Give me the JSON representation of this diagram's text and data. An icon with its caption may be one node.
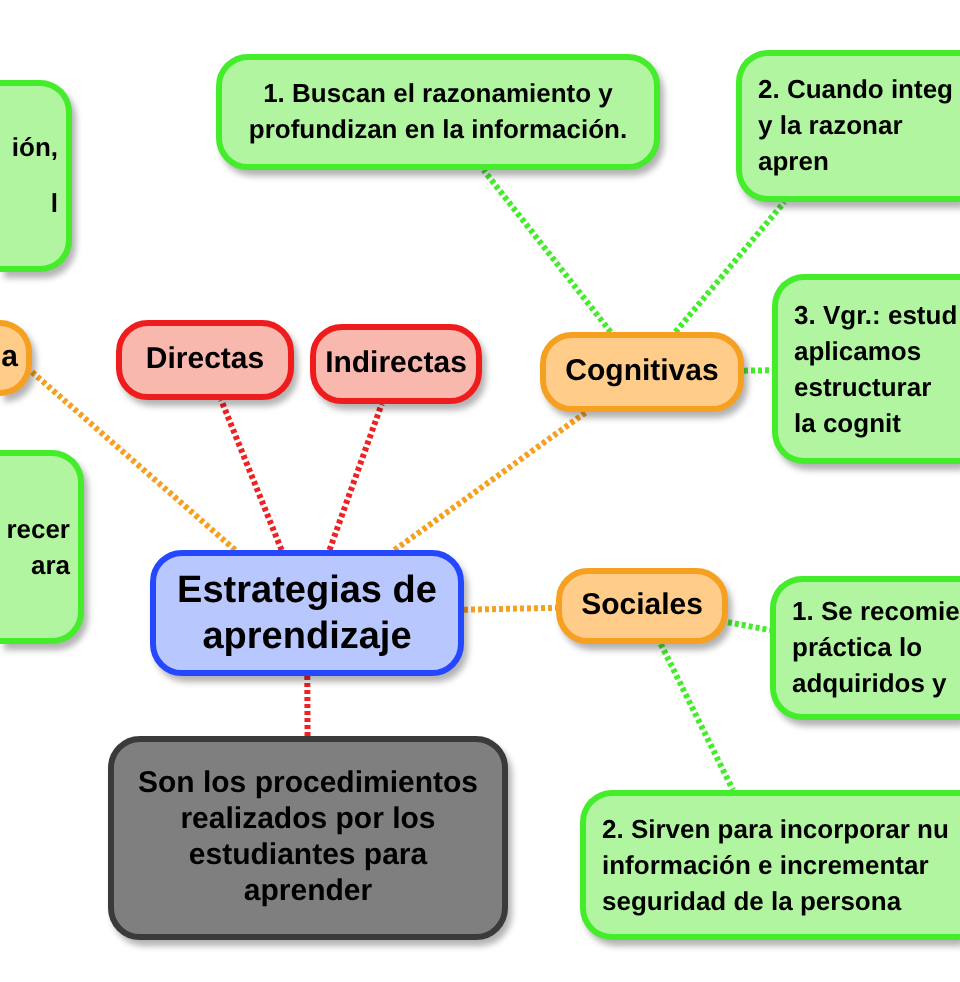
{
  "diagram": {
    "nodes": [
      {
        "text": [
          "Estrategias de aprendizaje"
        ]
      },
      {
        "text": [
          "Son los procedimientos realizados por los estudiantes para aprender"
        ]
      },
      {
        "text": [
          "Directas"
        ]
      },
      {
        "text": [
          "Indirectas"
        ]
      },
      {
        "text": [
          "Cognitivas"
        ]
      },
      {
        "text": [
          "Sociales"
        ]
      },
      {
        "text": [
          "a"
        ]
      },
      {
        "text": [
          "ión, l"
        ]
      },
      {
        "text": [
          "recer ara"
        ]
      },
      {
        "text": [
          "1. Buscan el razonamiento y profundizan en la información."
        ]
      },
      {
        "text": [
          "2. Cuando integ y la razonar apren"
        ]
      },
      {
        "text": [
          "3. Vgr.: estud aplicamos estructurar la cognit"
        ]
      },
      {
        "text": [
          "1. Se recomie práctica lo adquiridos y"
        ]
      },
      {
        "text": [
          "2. Sirven para incorporar nu información e incrementar seguridad de la persona"
        ]
      }
    ],
    "edges": [
      {
        "from": 0,
        "to": 1,
        "arrow": "none",
        "color": "#ee2222"
      },
      {
        "from": 0,
        "to": 2,
        "arrow": "none",
        "color": "#ee2222"
      },
      {
        "from": 0,
        "to": 3,
        "arrow": "none",
        "color": "#ee2222"
      },
      {
        "from": 0,
        "to": 4,
        "arrow": "none",
        "color": "#f5a020"
      },
      {
        "from": 0,
        "to": 5,
        "arrow": "none",
        "color": "#f5a020"
      },
      {
        "from": 0,
        "to": 6,
        "arrow": "none",
        "color": "#f5a020"
      },
      {
        "from": 4,
        "to": 9,
        "arrow": "none"
      },
      {
        "from": 4,
        "to": 10,
        "arrow": "none"
      },
      {
        "from": 4,
        "to": 11,
        "arrow": "none"
      },
      {
        "from": 5,
        "to": 12,
        "arrow": "none"
      },
      {
        "from": 5,
        "to": 13,
        "arrow": "none"
      }
    ]
  }
}
